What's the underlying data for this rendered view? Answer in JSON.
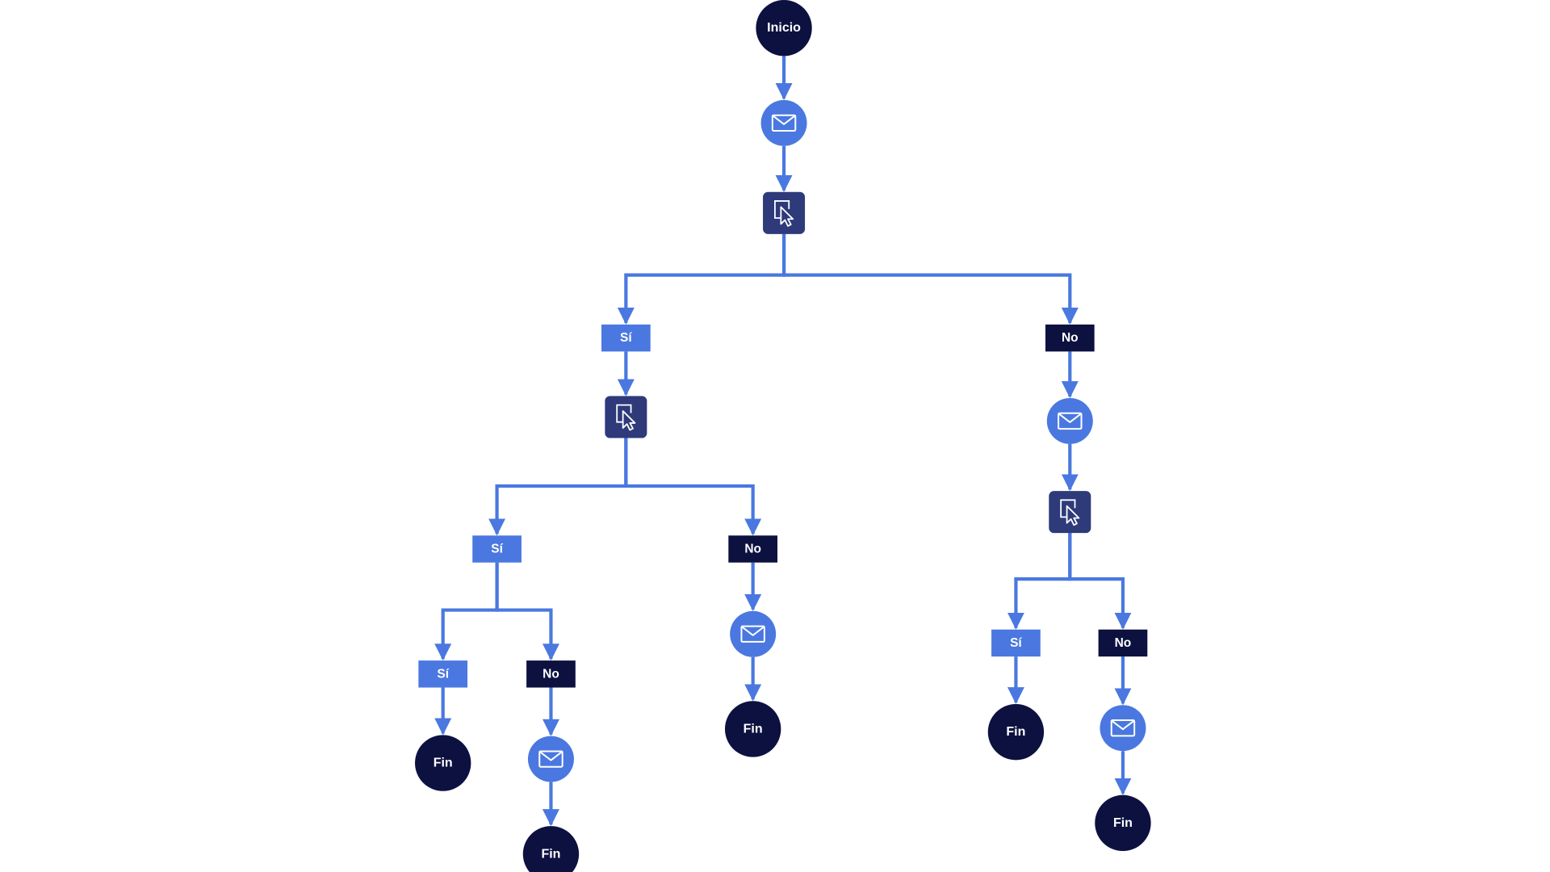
{
  "colors": {
    "connector": "#4a78e0",
    "terminal": "#0d1140",
    "email_node": "#4a78e0",
    "click_node": "#2e3a7a",
    "yes_label": "#4a78e0",
    "no_label": "#0d1140",
    "text": "#ffffff"
  },
  "labels": {
    "start": "Inicio",
    "end": "Fin",
    "yes": "Sí",
    "no": "No"
  },
  "icons": {
    "email": "envelope-icon",
    "click": "pointer-click-icon"
  },
  "nodes": [
    {
      "id": "start",
      "kind": "terminal",
      "label": "start"
    },
    {
      "id": "email-1",
      "kind": "email"
    },
    {
      "id": "click-1",
      "kind": "click"
    },
    {
      "id": "yes-1",
      "kind": "yes",
      "label": "yes"
    },
    {
      "id": "no-1",
      "kind": "no",
      "label": "no"
    },
    {
      "id": "click-2",
      "kind": "click"
    },
    {
      "id": "yes-2",
      "kind": "yes",
      "label": "yes"
    },
    {
      "id": "no-2",
      "kind": "no",
      "label": "no"
    },
    {
      "id": "yes-3",
      "kind": "yes",
      "label": "yes"
    },
    {
      "id": "no-3",
      "kind": "no",
      "label": "no"
    },
    {
      "id": "end-1",
      "kind": "terminal",
      "label": "end"
    },
    {
      "id": "email-2",
      "kind": "email"
    },
    {
      "id": "end-2",
      "kind": "terminal",
      "label": "end"
    },
    {
      "id": "email-3",
      "kind": "email"
    },
    {
      "id": "end-3",
      "kind": "terminal",
      "label": "end"
    },
    {
      "id": "email-4",
      "kind": "email"
    },
    {
      "id": "click-3",
      "kind": "click"
    },
    {
      "id": "yes-4",
      "kind": "yes",
      "label": "yes"
    },
    {
      "id": "no-4",
      "kind": "no",
      "label": "no"
    },
    {
      "id": "end-4",
      "kind": "terminal",
      "label": "end"
    },
    {
      "id": "email-5",
      "kind": "email"
    },
    {
      "id": "end-5",
      "kind": "terminal",
      "label": "end"
    }
  ],
  "edges": [
    [
      "start",
      "email-1"
    ],
    [
      "email-1",
      "click-1"
    ],
    [
      "click-1",
      "yes-1"
    ],
    [
      "click-1",
      "no-1"
    ],
    [
      "yes-1",
      "click-2"
    ],
    [
      "click-2",
      "yes-2"
    ],
    [
      "click-2",
      "no-2"
    ],
    [
      "yes-2",
      "yes-3"
    ],
    [
      "yes-2",
      "no-3"
    ],
    [
      "yes-3",
      "end-1"
    ],
    [
      "no-3",
      "email-2"
    ],
    [
      "email-2",
      "end-2"
    ],
    [
      "no-2",
      "email-3"
    ],
    [
      "email-3",
      "end-3"
    ],
    [
      "no-1",
      "email-4"
    ],
    [
      "email-4",
      "click-3"
    ],
    [
      "click-3",
      "yes-4"
    ],
    [
      "click-3",
      "no-4"
    ],
    [
      "yes-4",
      "end-4"
    ],
    [
      "no-4",
      "email-5"
    ],
    [
      "email-5",
      "end-5"
    ]
  ]
}
